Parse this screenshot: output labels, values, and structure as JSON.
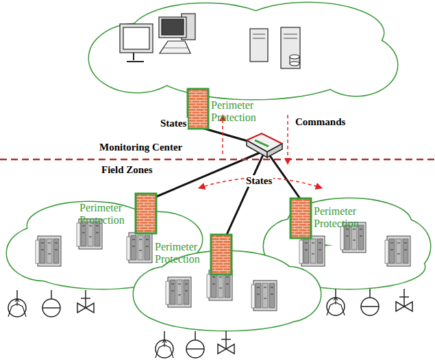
{
  "diagram": {
    "nodes": [
      {
        "text": [
          "Perimeter Protection"
        ]
      },
      {
        "text": [
          "Perimeter Protection"
        ]
      },
      {
        "text": [
          "Perimeter Protection"
        ]
      },
      {
        "text": [
          "Perimeter Protection"
        ]
      }
    ],
    "labels": [
      "Monitoring Center",
      "Field Zones",
      "States",
      "Commands",
      "States"
    ]
  }
}
